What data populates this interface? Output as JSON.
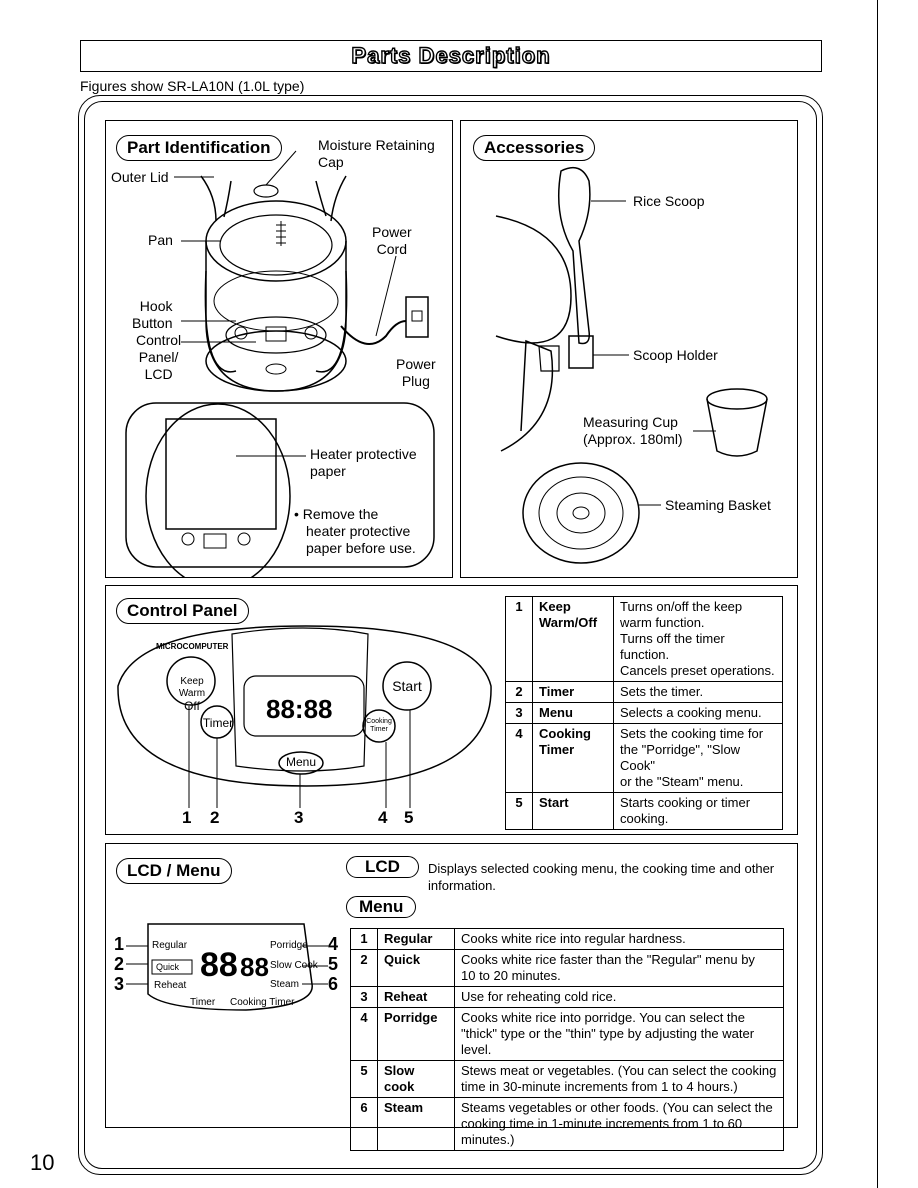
{
  "header": {
    "title": "Parts Description",
    "subtitle": "Figures show SR-LA10N (1.0L type)"
  },
  "part_identification": {
    "heading": "Part Identification",
    "labels": {
      "outer_lid": "Outer Lid",
      "moisture_cap": [
        "Moisture Retaining",
        "Cap"
      ],
      "pan": "Pan",
      "power_cord": [
        "Power",
        "Cord"
      ],
      "hook_button": [
        "Hook",
        "Button"
      ],
      "control_panel": [
        "Control",
        "Panel/",
        "LCD"
      ],
      "power_plug": [
        "Power",
        "Plug"
      ],
      "heater_paper": [
        "Heater protective",
        "paper"
      ],
      "remove_note": [
        "• Remove the",
        "heater protective",
        "paper before use."
      ]
    }
  },
  "accessories": {
    "heading": "Accessories",
    "labels": {
      "rice_scoop": "Rice Scoop",
      "scoop_holder": "Scoop Holder",
      "measuring_cup": [
        "Measuring Cup",
        "(Approx. 180ml)"
      ],
      "steaming_basket": "Steaming Basket"
    }
  },
  "control_panel": {
    "heading": "Control Panel",
    "numbers": [
      "1",
      "2",
      "3",
      "4",
      "5"
    ],
    "device_labels": {
      "brand": "MICROCOMPUTER",
      "keep_warm": "Keep Warm",
      "off": "Off",
      "timer": "Timer",
      "menu": "Menu",
      "start": "Start",
      "cooking_timer": [
        "Cooking",
        "Timer"
      ]
    },
    "rows": [
      {
        "n": "1",
        "name": [
          "Keep",
          "Warm/Off"
        ],
        "desc": [
          "Turns on/off the keep",
          "warm function.",
          "Turns off the timer function.",
          "Cancels preset operations."
        ]
      },
      {
        "n": "2",
        "name": [
          "Timer"
        ],
        "desc": [
          "Sets the timer."
        ]
      },
      {
        "n": "3",
        "name": [
          "Menu"
        ],
        "desc": [
          "Selects a cooking menu."
        ]
      },
      {
        "n": "4",
        "name": [
          "Cooking",
          "Timer"
        ],
        "desc": [
          "Sets the cooking time for",
          "the \"Porridge\", \"Slow Cook\"",
          "or the \"Steam\" menu."
        ]
      },
      {
        "n": "5",
        "name": [
          "Start"
        ],
        "desc": [
          "Starts cooking or timer",
          "cooking."
        ]
      }
    ]
  },
  "lcd_menu": {
    "heading": "LCD / Menu",
    "lcd_pill": "LCD",
    "lcd_desc": [
      "Displays selected cooking menu, the cooking time and other",
      "information."
    ],
    "menu_pill": "Menu",
    "lcd_labels": {
      "regular": "Regular",
      "quick": "Quick",
      "reheat": "Reheat",
      "porridge": "Porridge",
      "slow_cook": "Slow Cook",
      "steam": "Steam",
      "timer": "Timer",
      "cooking_timer": "Cooking Timer"
    },
    "lcd_numbers": [
      "1",
      "2",
      "3",
      "4",
      "5",
      "6"
    ],
    "rows": [
      {
        "n": "1",
        "name": "Regular",
        "desc": [
          "Cooks white rice into regular hardness."
        ]
      },
      {
        "n": "2",
        "name": "Quick",
        "desc": [
          "Cooks white rice faster than the \"Regular\" menu by",
          "10 to 20 minutes."
        ]
      },
      {
        "n": "3",
        "name": "Reheat",
        "desc": [
          "Use for reheating cold rice."
        ]
      },
      {
        "n": "4",
        "name": "Porridge",
        "desc": [
          "Cooks white rice into porridge. You can select the",
          "\"thick\"  type or the \"thin\" type by adjusting the water level."
        ]
      },
      {
        "n": "5",
        "name": "Slow cook",
        "desc": [
          "Stews meat or vegetables. (You can select the cooking",
          "time  in 30-minute increments from 1 to 4 hours.)"
        ]
      },
      {
        "n": "6",
        "name": "Steam",
        "desc": [
          "Steams vegetables or other foods. (You can select the",
          "cooking time in 1-minute increments from 1 to 60 minutes.)"
        ]
      }
    ]
  },
  "page_number": "10"
}
